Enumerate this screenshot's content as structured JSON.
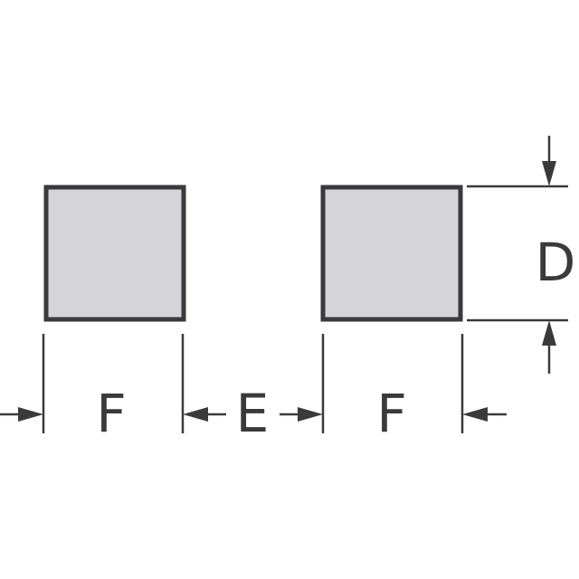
{
  "labels": {
    "pad_width_left": "F",
    "pad_gap": "E",
    "pad_width_right": "F",
    "pad_height": "D"
  },
  "colors": {
    "pad_fill": "#d5d5d9",
    "stroke": "#3a3a3c"
  }
}
